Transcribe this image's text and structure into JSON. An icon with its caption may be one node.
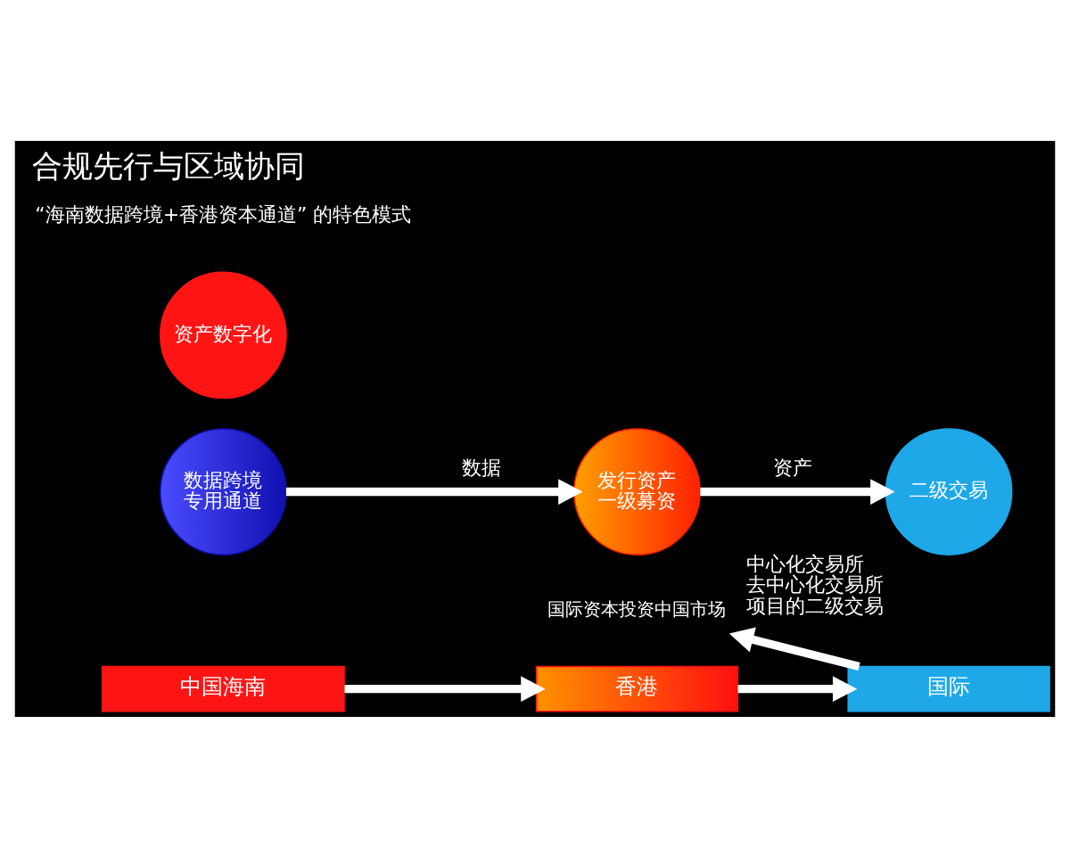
{
  "diagram": {
    "title": "合规先行与区域协同",
    "nodes": [
      {
        "text": [
          "资产数字化"
        ]
      },
      {
        "text": [
          "数据跨境专用通道"
        ]
      },
      {
        "text": [
          "发行资产一级募资"
        ]
      },
      {
        "text": [
          "二级交易"
        ],
        "beside": [
          "中心化交易所",
          "去中心化交易所",
          "项目的二级交易"
        ]
      },
      {
        "text": [
          "中国海南"
        ]
      },
      {
        "text": [
          "香港"
        ]
      },
      {
        "text": [
          "国际"
        ]
      },
      {
        "text": [
          "国际资本投资中国市场"
        ]
      }
    ],
    "edges": [
      {
        "from": 1,
        "to": 2,
        "arrow": "to",
        "label": "数据"
      },
      {
        "from": 2,
        "to": 3,
        "arrow": "to",
        "label": "资产"
      },
      {
        "from": 4,
        "to": 5,
        "arrow": "to"
      },
      {
        "from": 5,
        "to": 6,
        "arrow": "to"
      },
      {
        "from": 6,
        "to": 7,
        "arrow": "to"
      }
    ],
    "labels": [
      "“海南数据跨境+香港资本通道” 的特色模式"
    ]
  }
}
